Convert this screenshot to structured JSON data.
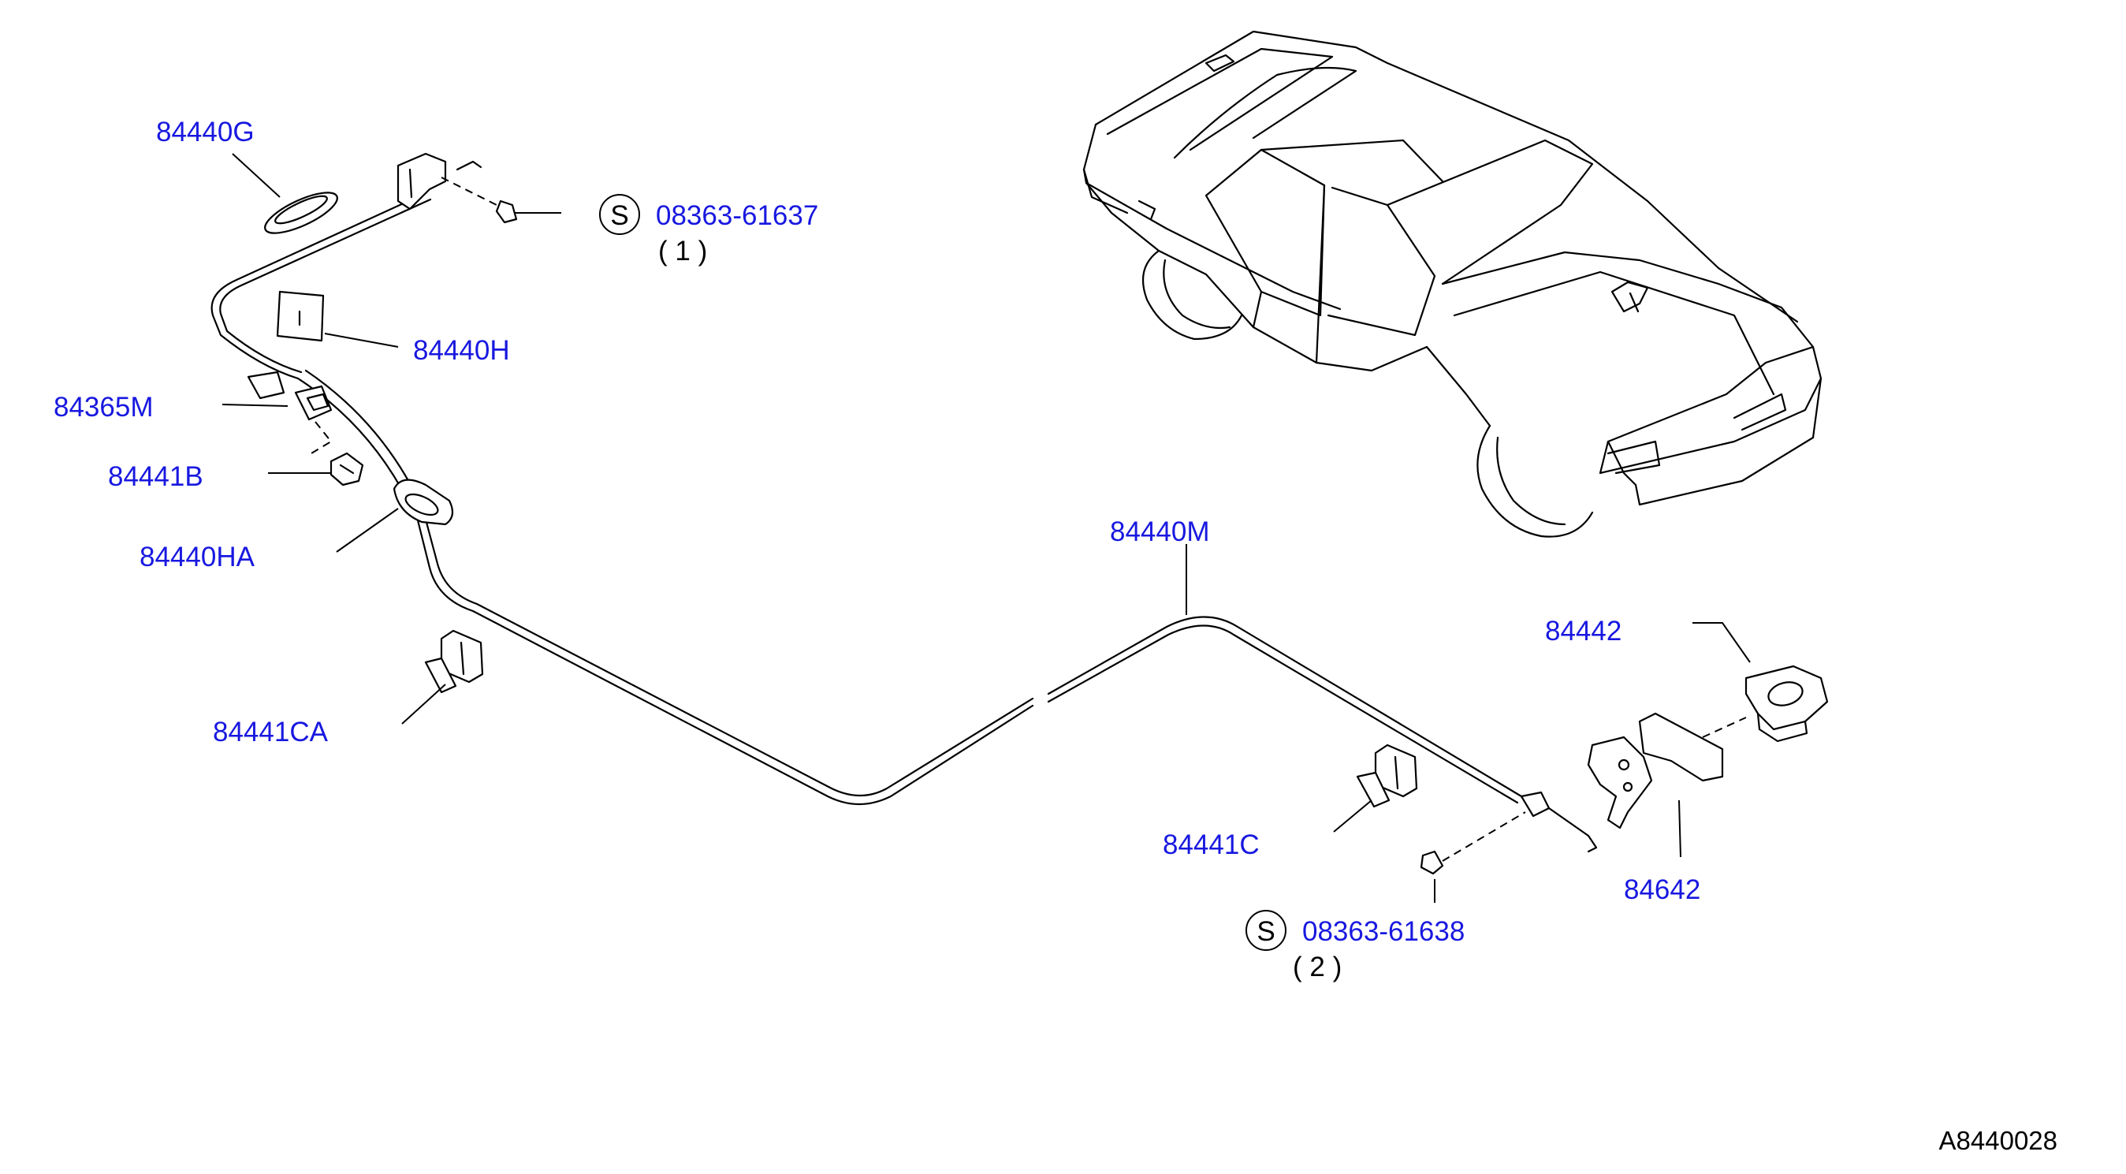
{
  "diagram_id": "A8440028",
  "callouts": [
    {
      "part": "84440G"
    },
    {
      "part": "84440H"
    },
    {
      "part": "84365M"
    },
    {
      "part": "84441B"
    },
    {
      "part": "84440HA"
    },
    {
      "part": "84441CA"
    },
    {
      "part": "84440M"
    },
    {
      "part": "84442"
    },
    {
      "part": "84441C"
    },
    {
      "part": "84642"
    }
  ],
  "standard_parts": [
    {
      "symbol": "S",
      "part": "08363-61637",
      "qty": "( 1 )"
    },
    {
      "symbol": "S",
      "part": "08363-61638",
      "qty": "( 2 )"
    }
  ]
}
